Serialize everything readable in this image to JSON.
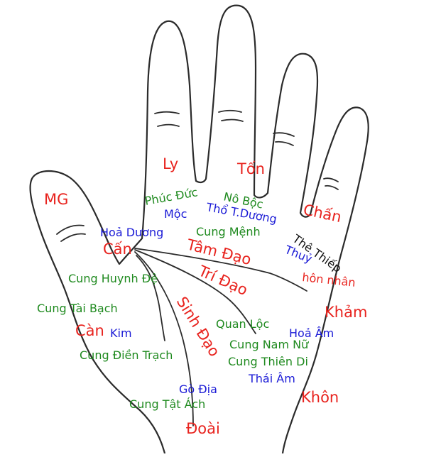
{
  "colors": {
    "red": "#e8231e",
    "green": "#1f8a1f",
    "blue": "#1a1ad6",
    "black": "#111111",
    "line": "#2b2b2b"
  },
  "labels": {
    "mg": "MG",
    "ly": "Ly",
    "ton": "Tốn",
    "chan": "Chấn",
    "can_upper": "Cấn",
    "tam_dao": "Tâm Đạo",
    "tri_dao": "Trí Đạo",
    "sinh_dao": "Sinh Đạo",
    "can_lower": "Càn",
    "kham": "Khảm",
    "khon": "Khôn",
    "doai": "Đoài",
    "phuc_duc": "Phúc Đức",
    "no_boc": "Nô Bộc",
    "cung_menh": "Cung Mệnh",
    "cung_huynh_de": "Cung Huynh Đệ",
    "cung_tai_bach": "Cung Tài Bạch",
    "cung_dien_trach": "Cung Điền Trạch",
    "quan_loc": "Quan Lộc",
    "cung_nam_nu": "Cung Nam Nữ",
    "cung_thien_di": "Cung Thiên Di",
    "cung_tat_ach": "Cung Tật Ách",
    "moc": "Mộc",
    "tho_tduong": "Thổ T.Dương",
    "hoa_duong": "Hoả Dương",
    "thuy": "Thuỷ",
    "kim": "Kim",
    "hoa_am": "Hoả Âm",
    "thai_am": "Thái Âm",
    "go_dia": "Gò Địa",
    "the_thiep": "Thê Thiếp",
    "hon_nhan": "hôn nhân"
  }
}
